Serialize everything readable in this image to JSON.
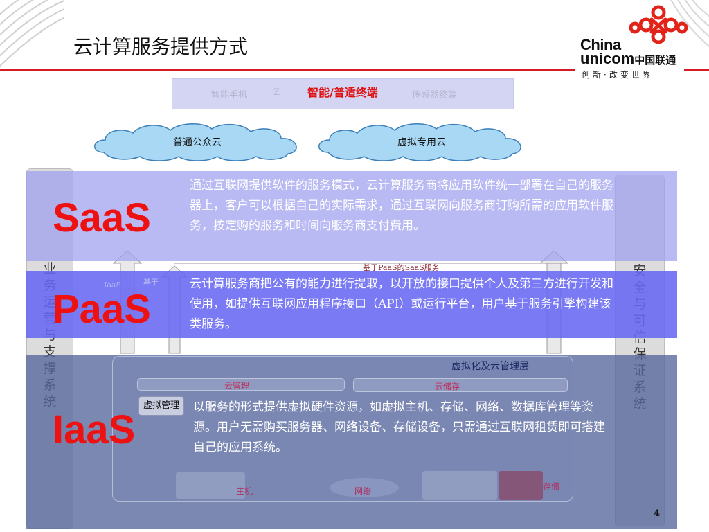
{
  "slide": {
    "title": "云计算服务提供方式",
    "page_number": "4"
  },
  "logo": {
    "brand_en_line1": "China",
    "brand_en_line2": "unicom",
    "brand_cn": "中国联通",
    "slogan": "创新·改变世界"
  },
  "terminals": {
    "title": "智能/普适终端",
    "ghost_left": "智能手机",
    "ghost_mid": "Z",
    "ghost_right": "传感器终端"
  },
  "clouds": {
    "public": "普通公众云",
    "private": "虚拟专用云"
  },
  "pillars": {
    "left": "业务运营与支撑系统",
    "right": "安全与可信保证系统"
  },
  "layers": {
    "saas": {
      "name": "SaaS",
      "description": "通过互联网提供软件的服务模式，云计算服务商将应用软件统一部署在自己的服务器上，客户可以根据自己的实际需求，通过互联网向服务商订购所需的应用软件服务，按定购的服务和时间向服务商支付费用。"
    },
    "paas": {
      "name": "PaaS",
      "description": "云计算服务商把公有的能力进行提取，以开放的接口提供个人及第三方进行开发和使用，如提供互联网应用程序接口（API）或运行平台，用户基于服务引擎构建该类服务。"
    },
    "iaas": {
      "name": "IaaS",
      "description": "以服务的形式提供虚拟硬件资源，如虚拟主机、存储、网络、数据库管理等资源。用户无需购买服务器、网络设备、存储设备，只需通过互联网租赁即可搭建自己的应用系统。"
    }
  },
  "diagram_ghost": {
    "saas_on_paas": "基于PaaS的SaaS服务",
    "iaas_mini": "IaaS",
    "based_on": "基于",
    "iaas_layer_title": "虚拟化及云管理层",
    "cloud_mgmt": "云管理",
    "cloud_storage": "云储存",
    "vm_mgmt": "虚拟管理",
    "host": "主机",
    "network": "网络",
    "storage": "存储"
  },
  "colors": {
    "accent_red": "#d31b25",
    "saas_band": "#9ea0ee",
    "paas_band": "#6668f2",
    "iaas_band": "#56669c",
    "label_red": "#ee1111"
  }
}
